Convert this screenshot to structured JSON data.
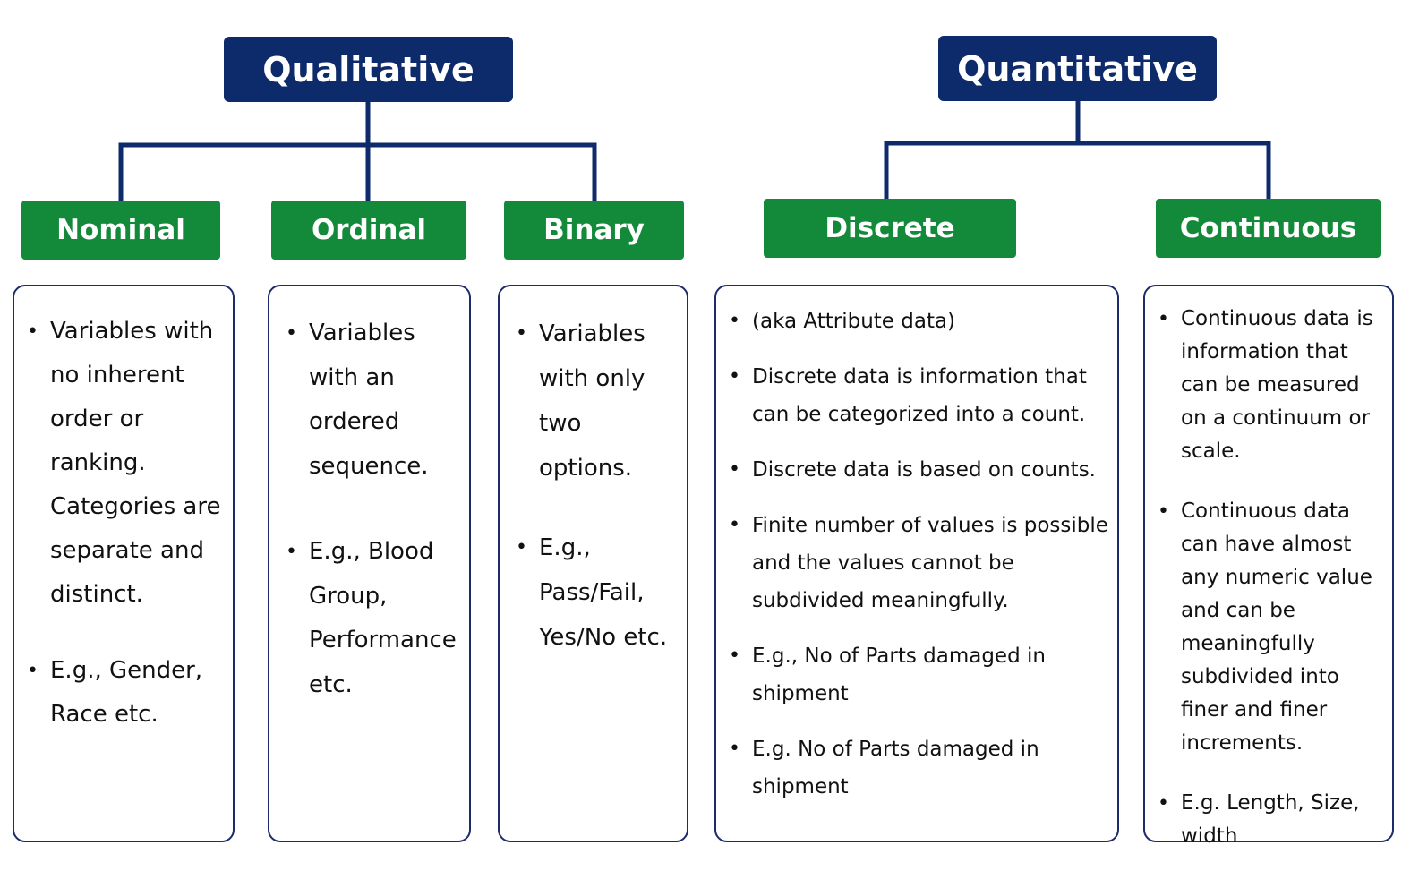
{
  "headers": {
    "qualitative": "Qualitative",
    "quantitative": "Quantitative"
  },
  "categories": {
    "nominal": "Nominal",
    "ordinal": "Ordinal",
    "binary": "Binary",
    "discrete": "Discrete",
    "continuous": "Continuous"
  },
  "panels": {
    "nominal": [
      "Variables with no inherent order or ranking. Categories are separate and distinct.",
      "E.g., Gender, Race etc."
    ],
    "ordinal": [
      "Variables with an ordered sequence.",
      "E.g., Blood Group, Performance etc."
    ],
    "binary": [
      "Variables with only two options.",
      "E.g., Pass/Fail, Yes/No etc."
    ],
    "discrete": [
      "(aka Attribute data)",
      "Discrete data is information that can be categorized into a count.",
      "Discrete data is based on counts.",
      "Finite number of values is possible and the values cannot be subdivided meaningfully.",
      "E.g., No of Parts damaged in shipment",
      "E.g. No of Parts damaged in shipment"
    ],
    "continuous": [
      "Continuous data is information that can be measured on a continuum or scale.",
      "Continuous data can have almost any numeric value and can be meaningfully subdivided into finer and finer increments.",
      "E.g. Length, Size, width"
    ]
  },
  "colors": {
    "header_bg": "#0d2a6b",
    "category_bg": "#138a3a",
    "connector": "#0d2a6b",
    "panel_border": "#1d2b6b"
  }
}
